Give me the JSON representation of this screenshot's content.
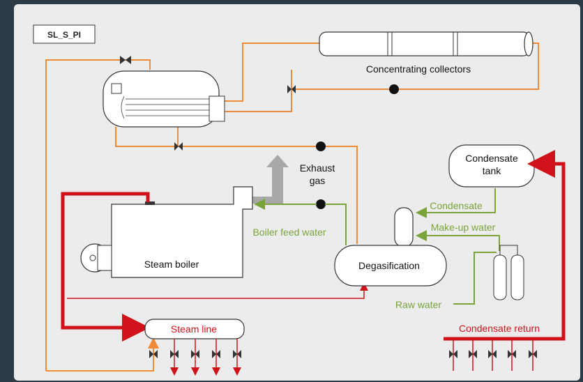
{
  "diagram": {
    "id_label": "SL_S_PI",
    "collectors_label": "Concentrating collectors",
    "exhaust_line1": "Exhaust",
    "exhaust_line2": "gas",
    "condensate_tank_line1": "Condensate",
    "condensate_tank_line2": "tank",
    "condensate_label": "Condensate",
    "makeup_label": "Make-up water",
    "feed_water_label": "Boiler feed water",
    "steam_boiler_label": "Steam boiler",
    "degasification_label": "Degasification",
    "raw_water_label": "Raw water",
    "steam_line_label": "Steam line",
    "condensate_return_label": "Condensate return"
  },
  "colors": {
    "orange": "#f08a36",
    "red": "#d0121b",
    "green": "#7aa33a",
    "background": "#ececec",
    "outline": "#333333"
  }
}
